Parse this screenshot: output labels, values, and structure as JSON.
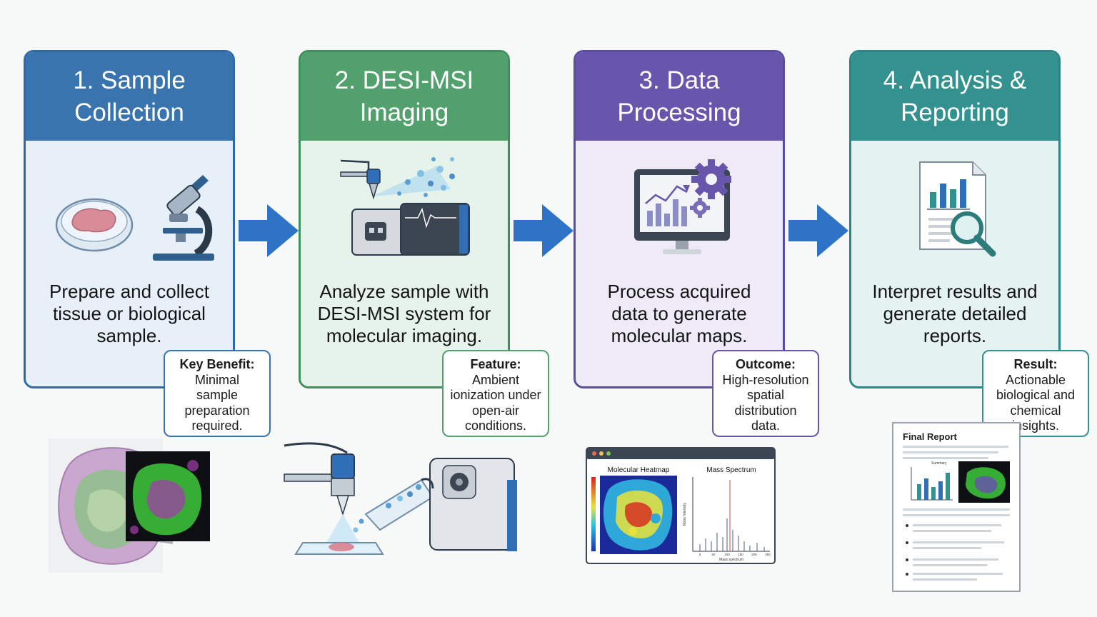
{
  "steps": [
    {
      "title_lines": [
        "1. Sample",
        "Collection"
      ],
      "desc_lines": [
        "Prepare and collect",
        "tissue or biological",
        "sample."
      ],
      "callout_title": "Key Benefit:",
      "callout_lines": [
        "Minimal",
        "sample",
        "preparation",
        "required."
      ],
      "color": "#3a74ae"
    },
    {
      "title_lines": [
        "2. DESI-MSI",
        "Imaging"
      ],
      "desc_lines": [
        "Analyze sample with",
        "DESI-MSI system for",
        "molecular imaging."
      ],
      "callout_title": "Feature:",
      "callout_lines": [
        "Ambient",
        "ionization under",
        "open-air",
        "conditions."
      ],
      "color": "#52a06e"
    },
    {
      "title_lines": [
        "3. Data",
        "Processing"
      ],
      "desc_lines": [
        "Process acquired",
        "data to generate",
        "molecular maps."
      ],
      "callout_title": "Outcome:",
      "callout_lines": [
        "High-resolution",
        "spatial",
        "distribution",
        "data."
      ],
      "color": "#6756ac"
    },
    {
      "title_lines": [
        "4. Analysis &",
        "Reporting"
      ],
      "desc_lines": [
        "Interpret results and",
        "generate detailed",
        "reports."
      ],
      "callout_title": "Result:",
      "callout_lines": [
        "Actionable",
        "biological and",
        "chemical",
        "insights."
      ],
      "color": "#33918f"
    }
  ],
  "illustrations": {
    "heatmap_title": "Molecular Heatmap",
    "spectrum_title": "Mass Spectrum",
    "spectrum_ylabel": "Mass Intensity",
    "spectrum_xlabel": "Mass spectrum",
    "spectrum_ticks": [
      "0",
      "50",
      "100",
      "150",
      "200",
      "250"
    ],
    "report_title": "Final Report",
    "report_summary": "Summary"
  },
  "colors": {
    "flow_arrow": "#2f73c6",
    "outline": "#2b3a4a"
  }
}
